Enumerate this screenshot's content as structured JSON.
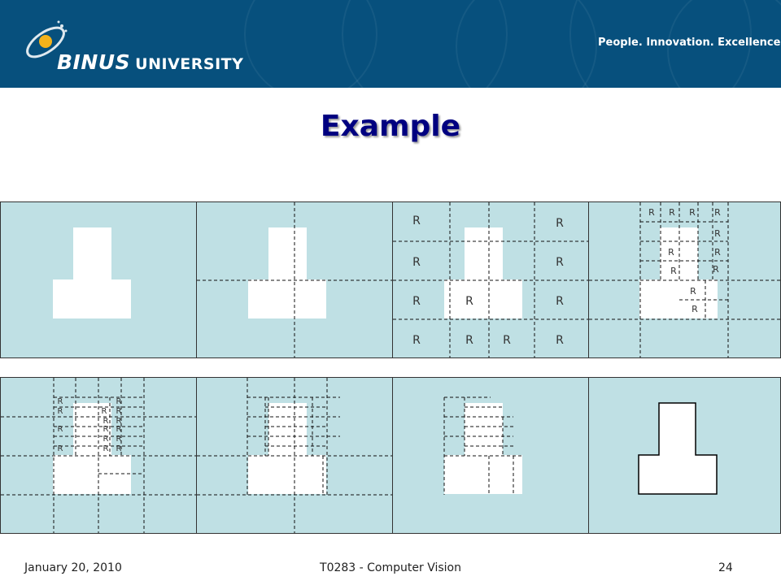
{
  "header": {
    "logo_brand": "BINUS",
    "logo_suffix": "UNIVERSITY",
    "tagline": "People. Innovation. Excellence.",
    "background_color": "#07507d"
  },
  "slide": {
    "title": "Example",
    "title_color": "#000080"
  },
  "diagram": {
    "panel_color": "#bfe0e4",
    "region_label": "R"
  },
  "footer": {
    "date": "January 20, 2010",
    "course": "T0283 - Computer Vision",
    "page_number": "24"
  }
}
